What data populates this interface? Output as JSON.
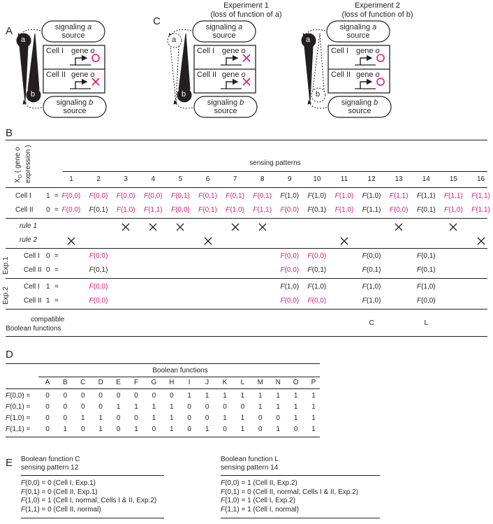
{
  "panel_labels": {
    "a": "A",
    "b": "B",
    "c": "C",
    "d": "D",
    "e": "E"
  },
  "diagram": {
    "signal_a": [
      "signaling",
      "a",
      "source"
    ],
    "signal_b": [
      "signaling",
      "b",
      "source"
    ],
    "cell_1": "Cell I",
    "cell_2": "Cell II",
    "gene_word": "gene",
    "gene_letter": "o",
    "node_a": "a",
    "node_b": "b",
    "exp1_title": [
      "Experiment 1",
      "(loss of function of a)"
    ],
    "exp2_title": [
      "Experiment 2",
      "(loss of function of b)"
    ],
    "colors": {
      "ink": "#231f20",
      "magenta": "#e0177e"
    },
    "icons": [
      "dotted-arc-arrow",
      "activation-triangle",
      "promoter-arrow",
      "expression-circle",
      "no-expression-cross"
    ]
  },
  "table_b": {
    "xo_header": [
      "X",
      "O",
      " ( gene o",
      "expression )"
    ],
    "sensing_title": "sensing patterns",
    "pattern_numbers": [
      "1",
      "2",
      "3",
      "4",
      "5",
      "6",
      "7",
      "8",
      "9",
      "10",
      "11",
      "12",
      "13",
      "14",
      "15",
      "16"
    ],
    "cell1_label": "Cell I",
    "cell2_label": "Cell II",
    "cell1_value": "1",
    "cell2_value": "0",
    "eq": "=",
    "cell1_row": [
      {
        "t": "F(0,0)",
        "m": true
      },
      {
        "t": "F(0,0)",
        "m": true
      },
      {
        "t": "F(0,0)",
        "m": true
      },
      {
        "t": "F(0,0)",
        "m": true
      },
      {
        "t": "F(0,1)",
        "m": true
      },
      {
        "t": "F(0,1)",
        "m": true
      },
      {
        "t": "F(0,1)",
        "m": true
      },
      {
        "t": "F(0,1)",
        "m": true
      },
      {
        "t": "F(1,0)",
        "m": false
      },
      {
        "t": "F(1,0)",
        "m": false
      },
      {
        "t": "F(1,0)",
        "m": true
      },
      {
        "t": "F(1,0)",
        "m": false
      },
      {
        "t": "F(1,1)",
        "m": true
      },
      {
        "t": "F(1,1)",
        "m": false
      },
      {
        "t": "F(1,1)",
        "m": true
      },
      {
        "t": "F(1,1)",
        "m": true
      }
    ],
    "cell2_row": [
      {
        "t": "F(0,0)",
        "m": true
      },
      {
        "t": "F(0,1)",
        "m": false
      },
      {
        "t": "F(1,0)",
        "m": true
      },
      {
        "t": "F(1,1)",
        "m": true
      },
      {
        "t": "F(0,0)",
        "m": true
      },
      {
        "t": "F(0,1)",
        "m": true
      },
      {
        "t": "F(1,0)",
        "m": true
      },
      {
        "t": "F(1,1)",
        "m": true
      },
      {
        "t": "F(0,0)",
        "m": true
      },
      {
        "t": "F(0,1)",
        "m": false
      },
      {
        "t": "F(1,0)",
        "m": true
      },
      {
        "t": "F(1,1)",
        "m": false
      },
      {
        "t": "F(0,0)",
        "m": true
      },
      {
        "t": "F(0,1)",
        "m": false
      },
      {
        "t": "F(1,0)",
        "m": true
      },
      {
        "t": "F(1,1)",
        "m": true
      }
    ],
    "rule1_label": "rule 1",
    "rule2_label": "rule 2",
    "rule1_cols": [
      3,
      4,
      5,
      7,
      8,
      13,
      15
    ],
    "rule2_cols": [
      1,
      6,
      11,
      16
    ],
    "exp1_label": "Exp.1",
    "exp2_label": "Exp.2",
    "exp1_cell1_value": "0",
    "exp1_cell2_value": "0",
    "exp2_cell1_value": "1",
    "exp2_cell2_value": "1",
    "exp1_cell1": [
      {
        "col": 2,
        "t": "F(0,0)",
        "m": true
      },
      {
        "col": 9,
        "t": "F(0,0)",
        "m": true
      },
      {
        "col": 10,
        "t": "F(0,0)",
        "m": true
      },
      {
        "col": 12,
        "t": "F(0,0)",
        "m": false
      },
      {
        "col": 14,
        "t": "F(0,1)",
        "m": false
      }
    ],
    "exp1_cell2": [
      {
        "col": 2,
        "t": "F(0,1)",
        "m": false
      },
      {
        "col": 9,
        "t": "F(0,0)",
        "m": true
      },
      {
        "col": 10,
        "t": "F(0,1)",
        "m": false
      },
      {
        "col": 12,
        "t": "F(0,1)",
        "m": false
      },
      {
        "col": 14,
        "t": "F(0,1)",
        "m": false
      }
    ],
    "exp2_cell1": [
      {
        "col": 2,
        "t": "F(0,0)",
        "m": true
      },
      {
        "col": 9,
        "t": "F(1,0)",
        "m": false
      },
      {
        "col": 10,
        "t": "F(1,0)",
        "m": false
      },
      {
        "col": 12,
        "t": "F(1,0)",
        "m": false
      },
      {
        "col": 14,
        "t": "F(1,0)",
        "m": false
      }
    ],
    "exp2_cell2": [
      {
        "col": 2,
        "t": "F(0,0)",
        "m": true
      },
      {
        "col": 9,
        "t": "F(0,0)",
        "m": true
      },
      {
        "col": 10,
        "t": "F(0,0)",
        "m": true
      },
      {
        "col": 12,
        "t": "F(1,0)",
        "m": false
      },
      {
        "col": 14,
        "t": "F(0,0)",
        "m": false
      }
    ],
    "compatible_label": [
      "compatible",
      "Boolean functions"
    ],
    "compatible": [
      {
        "col": 12,
        "t": "C"
      },
      {
        "col": 14,
        "t": "L"
      }
    ]
  },
  "table_d": {
    "title": "Boolean functions",
    "functions": [
      "A",
      "B",
      "C",
      "D",
      "E",
      "F",
      "G",
      "H",
      "I",
      "J",
      "K",
      "L",
      "M",
      "N",
      "O",
      "P"
    ],
    "rows": [
      {
        "label": "F(0,0) =",
        "values": [
          "0",
          "0",
          "0",
          "0",
          "0",
          "0",
          "0",
          "0",
          "1",
          "1",
          "1",
          "1",
          "1",
          "1",
          "1",
          "1"
        ]
      },
      {
        "label": "F(0,1) =",
        "values": [
          "0",
          "0",
          "0",
          "0",
          "1",
          "1",
          "1",
          "1",
          "0",
          "0",
          "0",
          "0",
          "1",
          "1",
          "1",
          "1"
        ]
      },
      {
        "label": "F(1,0) =",
        "values": [
          "0",
          "0",
          "1",
          "1",
          "0",
          "0",
          "1",
          "1",
          "0",
          "0",
          "1",
          "1",
          "0",
          "0",
          "1",
          "1"
        ]
      },
      {
        "label": "F(1,1) =",
        "values": [
          "0",
          "1",
          "0",
          "1",
          "0",
          "1",
          "0",
          "1",
          "0",
          "1",
          "0",
          "1",
          "0",
          "1",
          "0",
          "1"
        ]
      }
    ]
  },
  "panel_e": {
    "left": {
      "title": [
        "Boolean function C",
        "sensing pattern 12"
      ],
      "lines": [
        "F(0,0) = 0  (Cell I, Exp.1)",
        "F(0,1) = 0  (Cell II, Exp.1)",
        "F(1,0) = 1  (Cell I, normal; Cells I & II, Exp.2)",
        "F(1,1) = 0  (Cell II, normal)"
      ]
    },
    "right": {
      "title": [
        "Boolean function L",
        "sensing pattern 14"
      ],
      "lines": [
        "F(0,0) = 1  (Cell II, Exp.2)",
        "F(0,1) = 0  (Cell II, normal; Cells I & II, Exp.2)",
        "F(1,0) = 1  (Cell I, Exp.2)",
        "F(1,1) = 1  (Cell I, normal)"
      ]
    }
  }
}
